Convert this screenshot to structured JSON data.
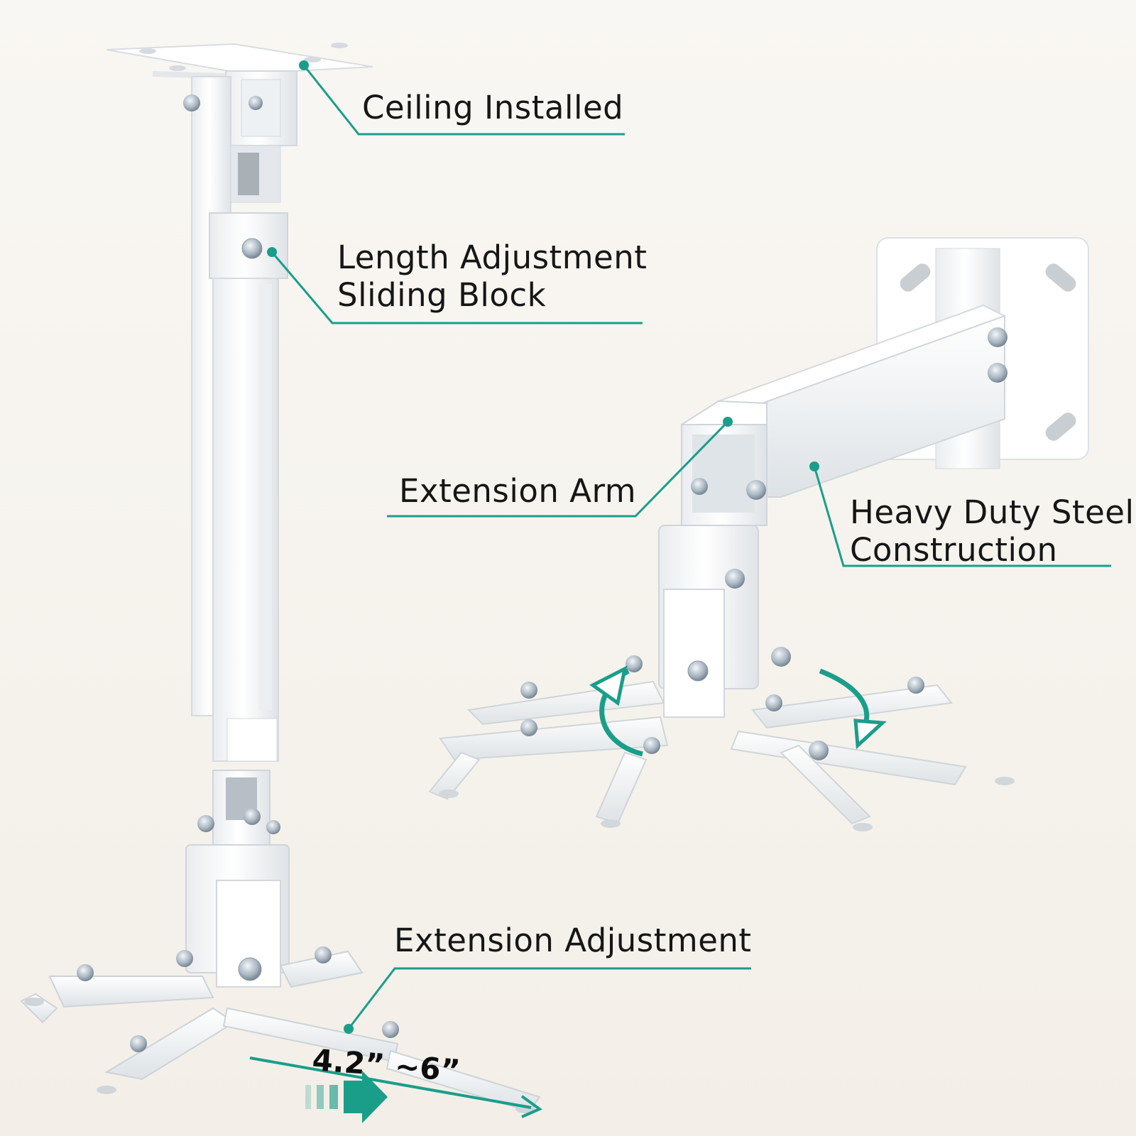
{
  "callouts": {
    "ceiling": {
      "text": "Ceiling Installed"
    },
    "length": {
      "line1": "Length Adjustment",
      "line2": "Sliding Block"
    },
    "extension_arm": {
      "text": "Extension Arm"
    },
    "steel": {
      "line1": "Heavy Duty Steel",
      "line2": "Construction"
    },
    "extension_adjustment": {
      "text": "Extension Adjustment"
    }
  },
  "dimension": {
    "text": "4.2” ~6”"
  },
  "colors": {
    "accent": "#1a9e8a",
    "background": "#f6f3ee",
    "metal": "#ffffff",
    "bolt": "#9aa8b5"
  }
}
